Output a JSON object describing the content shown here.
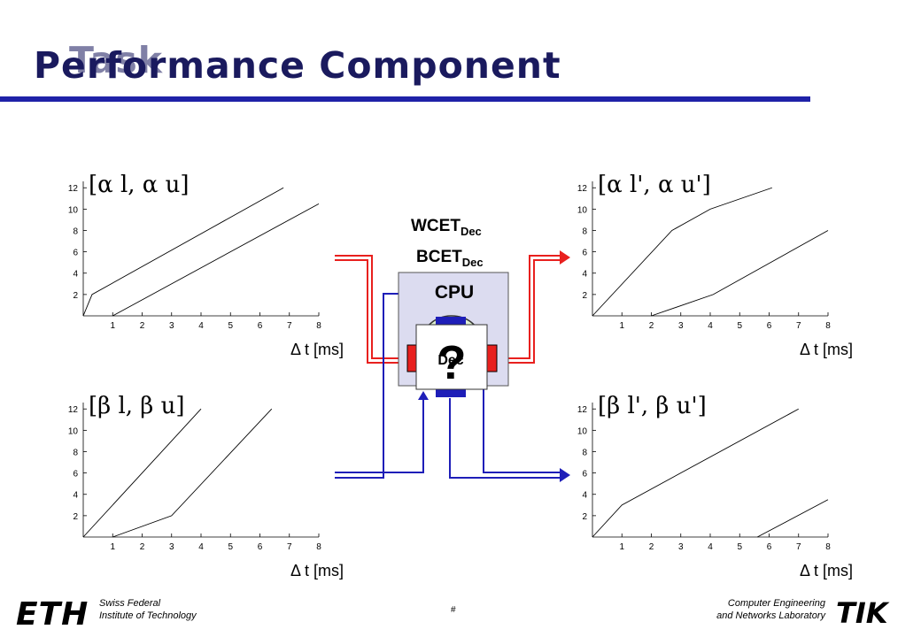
{
  "title": {
    "text": "Performance Component",
    "overlay_text": "Task"
  },
  "labels": {
    "wcet_main": "WCET",
    "wcet_sub": "Dec",
    "bcet_main": "BCET",
    "bcet_sub": "Dec",
    "cpu": "CPU",
    "task": "Dec",
    "question": "?"
  },
  "footer": {
    "left_line1": "Swiss Federal",
    "left_line2": "Institute of Technology",
    "right_line1": "Computer Engineering",
    "right_line2": "and Networks Laboratory",
    "slide_number": "#",
    "left_logo": "ETH",
    "right_logo": "TIK"
  },
  "colors": {
    "title": "#1a1a5e",
    "rule": "#1f22a8",
    "red": "#e8201e",
    "blue": "#1e1eb8",
    "cpu_fill": "#dcdcf0",
    "task_fill": "#dff0d0"
  },
  "chart_data": [
    {
      "type": "line",
      "title": "[α l, α u]",
      "xlabel": "Δ t [ms]",
      "xticks": [
        1,
        2,
        3,
        4,
        5,
        6,
        7,
        8
      ],
      "yticks": [
        2,
        4,
        6,
        8,
        10,
        12
      ],
      "xlim": [
        0,
        8
      ],
      "ylim": [
        0,
        12.6
      ],
      "series": [
        {
          "x": [
            0,
            0.3,
            6.8
          ],
          "y": [
            0,
            2,
            12
          ]
        },
        {
          "x": [
            1.0,
            8.0
          ],
          "y": [
            0,
            10.5
          ]
        }
      ]
    },
    {
      "type": "line",
      "title": "[α l', α u']",
      "xlabel": "Δ t [ms]",
      "xticks": [
        1,
        2,
        3,
        4,
        5,
        6,
        7,
        8
      ],
      "yticks": [
        2,
        4,
        6,
        8,
        10,
        12
      ],
      "xlim": [
        0,
        8
      ],
      "ylim": [
        0,
        12.6
      ],
      "series": [
        {
          "x": [
            0,
            2.7,
            4.0,
            6.1
          ],
          "y": [
            0,
            8,
            10,
            12
          ]
        },
        {
          "x": [
            2.0,
            4.1,
            8.0
          ],
          "y": [
            0,
            2,
            8
          ]
        }
      ]
    },
    {
      "type": "line",
      "title": "[β l, β u]",
      "xlabel": "Δ t [ms]",
      "xticks": [
        1,
        2,
        3,
        4,
        5,
        6,
        7,
        8
      ],
      "yticks": [
        2,
        4,
        6,
        8,
        10,
        12
      ],
      "xlim": [
        0,
        8
      ],
      "ylim": [
        0,
        12.6
      ],
      "series": [
        {
          "x": [
            0,
            4.0
          ],
          "y": [
            0,
            12
          ]
        },
        {
          "x": [
            1.0,
            3.0,
            6.4
          ],
          "y": [
            0,
            2,
            12
          ]
        }
      ]
    },
    {
      "type": "line",
      "title": "[β l', β u']",
      "xlabel": "Δ t [ms]",
      "xticks": [
        1,
        2,
        3,
        4,
        5,
        6,
        7,
        8
      ],
      "yticks": [
        2,
        4,
        6,
        8,
        10,
        12
      ],
      "xlim": [
        0,
        8
      ],
      "ylim": [
        0,
        12.6
      ],
      "series": [
        {
          "x": [
            0,
            1.0,
            7.0
          ],
          "y": [
            0,
            3,
            12
          ]
        },
        {
          "x": [
            5.6,
            8.0
          ],
          "y": [
            0,
            3.5
          ]
        }
      ]
    }
  ]
}
